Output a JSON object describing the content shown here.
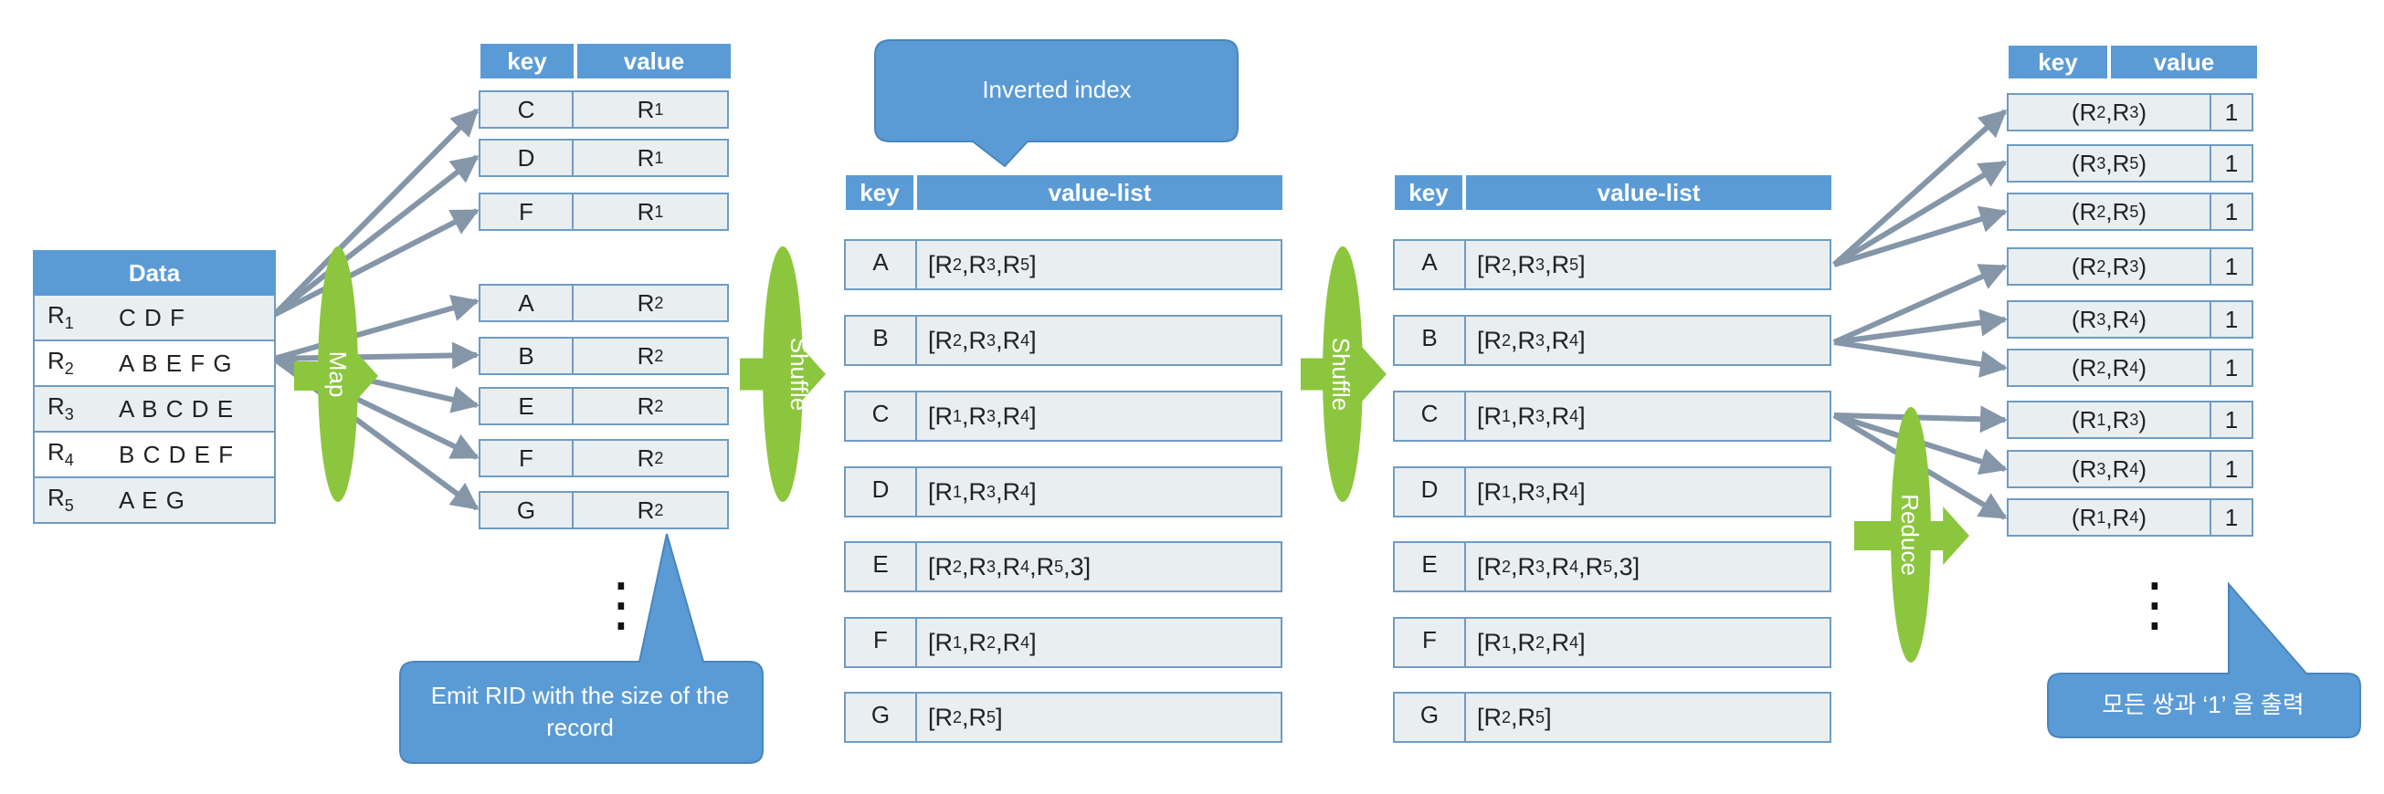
{
  "colors": {
    "header_blue": "#5b9bd5",
    "cell_bg": "#e9eef0",
    "cell_border": "#6e9cc4",
    "arrow_gray": "#8496a8",
    "ellipse_green": "#8cc63f",
    "callout_blue": "#5b9bd5"
  },
  "data_table": {
    "title": "Data",
    "rows": [
      {
        "rid": "R",
        "sub": "1",
        "items": "C D F"
      },
      {
        "rid": "R",
        "sub": "2",
        "items": "A B E F G"
      },
      {
        "rid": "R",
        "sub": "3",
        "items": "A B C D E"
      },
      {
        "rid": "R",
        "sub": "4",
        "items": "B C D E F"
      },
      {
        "rid": "R",
        "sub": "5",
        "items": "A E G"
      }
    ]
  },
  "map_label": "Map",
  "shuffle_label": "Shuffle",
  "reduce_label": "Reduce",
  "map_table": {
    "key_header": "key",
    "value_header": "value",
    "rows": [
      {
        "key": "C",
        "val": "R",
        "sub": "1"
      },
      {
        "key": "D",
        "val": "R",
        "sub": "1"
      },
      {
        "key": "F",
        "val": "R",
        "sub": "1"
      },
      {
        "key": "A",
        "val": "R",
        "sub": "2"
      },
      {
        "key": "B",
        "val": "R",
        "sub": "2"
      },
      {
        "key": "E",
        "val": "R",
        "sub": "2"
      },
      {
        "key": "F",
        "val": "R",
        "sub": "2"
      },
      {
        "key": "G",
        "val": "R",
        "sub": "2"
      }
    ]
  },
  "callout_left": "Emit RID with the size of the record",
  "callout_top": "Inverted index",
  "callout_right": "모든 쌍과 ‘1’ 을 출력",
  "ellipsis": "⋮",
  "inverted_table": {
    "key_header": "key",
    "value_header": "value-list",
    "rows": [
      {
        "key": "A",
        "parts": [
          [
            "R",
            "2"
          ],
          [
            "R",
            "3"
          ],
          [
            "R",
            "5"
          ]
        ],
        "tail": ""
      },
      {
        "key": "B",
        "parts": [
          [
            "R",
            "2"
          ],
          [
            "R",
            "3"
          ],
          [
            "R",
            "4"
          ]
        ],
        "tail": ""
      },
      {
        "key": "C",
        "parts": [
          [
            "R",
            "1"
          ],
          [
            "R",
            "3"
          ],
          [
            "R",
            "4"
          ]
        ],
        "tail": ""
      },
      {
        "key": "D",
        "parts": [
          [
            "R",
            "1"
          ],
          [
            "R",
            "3"
          ],
          [
            "R",
            "4"
          ]
        ],
        "tail": ""
      },
      {
        "key": "E",
        "parts": [
          [
            "R",
            "2"
          ],
          [
            "R",
            "3"
          ],
          [
            "R",
            "4"
          ],
          [
            "R",
            "5"
          ]
        ],
        "tail": ",3"
      },
      {
        "key": "F",
        "parts": [
          [
            "R",
            "1"
          ],
          [
            "R",
            "2"
          ],
          [
            "R",
            "4"
          ]
        ],
        "tail": ""
      },
      {
        "key": "G",
        "parts": [
          [
            "R",
            "2"
          ],
          [
            "R",
            "5"
          ]
        ],
        "tail": ""
      }
    ]
  },
  "pair_table": {
    "key_header": "key",
    "value_header": "value",
    "rows": [
      {
        "a": "2",
        "b": "3",
        "val": "1"
      },
      {
        "a": "3",
        "b": "5",
        "val": "1"
      },
      {
        "a": "2",
        "b": "5",
        "val": "1"
      },
      {
        "a": "2",
        "b": "3",
        "val": "1"
      },
      {
        "a": "3",
        "b": "4",
        "val": "1"
      },
      {
        "a": "2",
        "b": "4",
        "val": "1"
      },
      {
        "a": "1",
        "b": "3",
        "val": "1"
      },
      {
        "a": "3",
        "b": "4",
        "val": "1"
      },
      {
        "a": "1",
        "b": "4",
        "val": "1"
      }
    ]
  }
}
